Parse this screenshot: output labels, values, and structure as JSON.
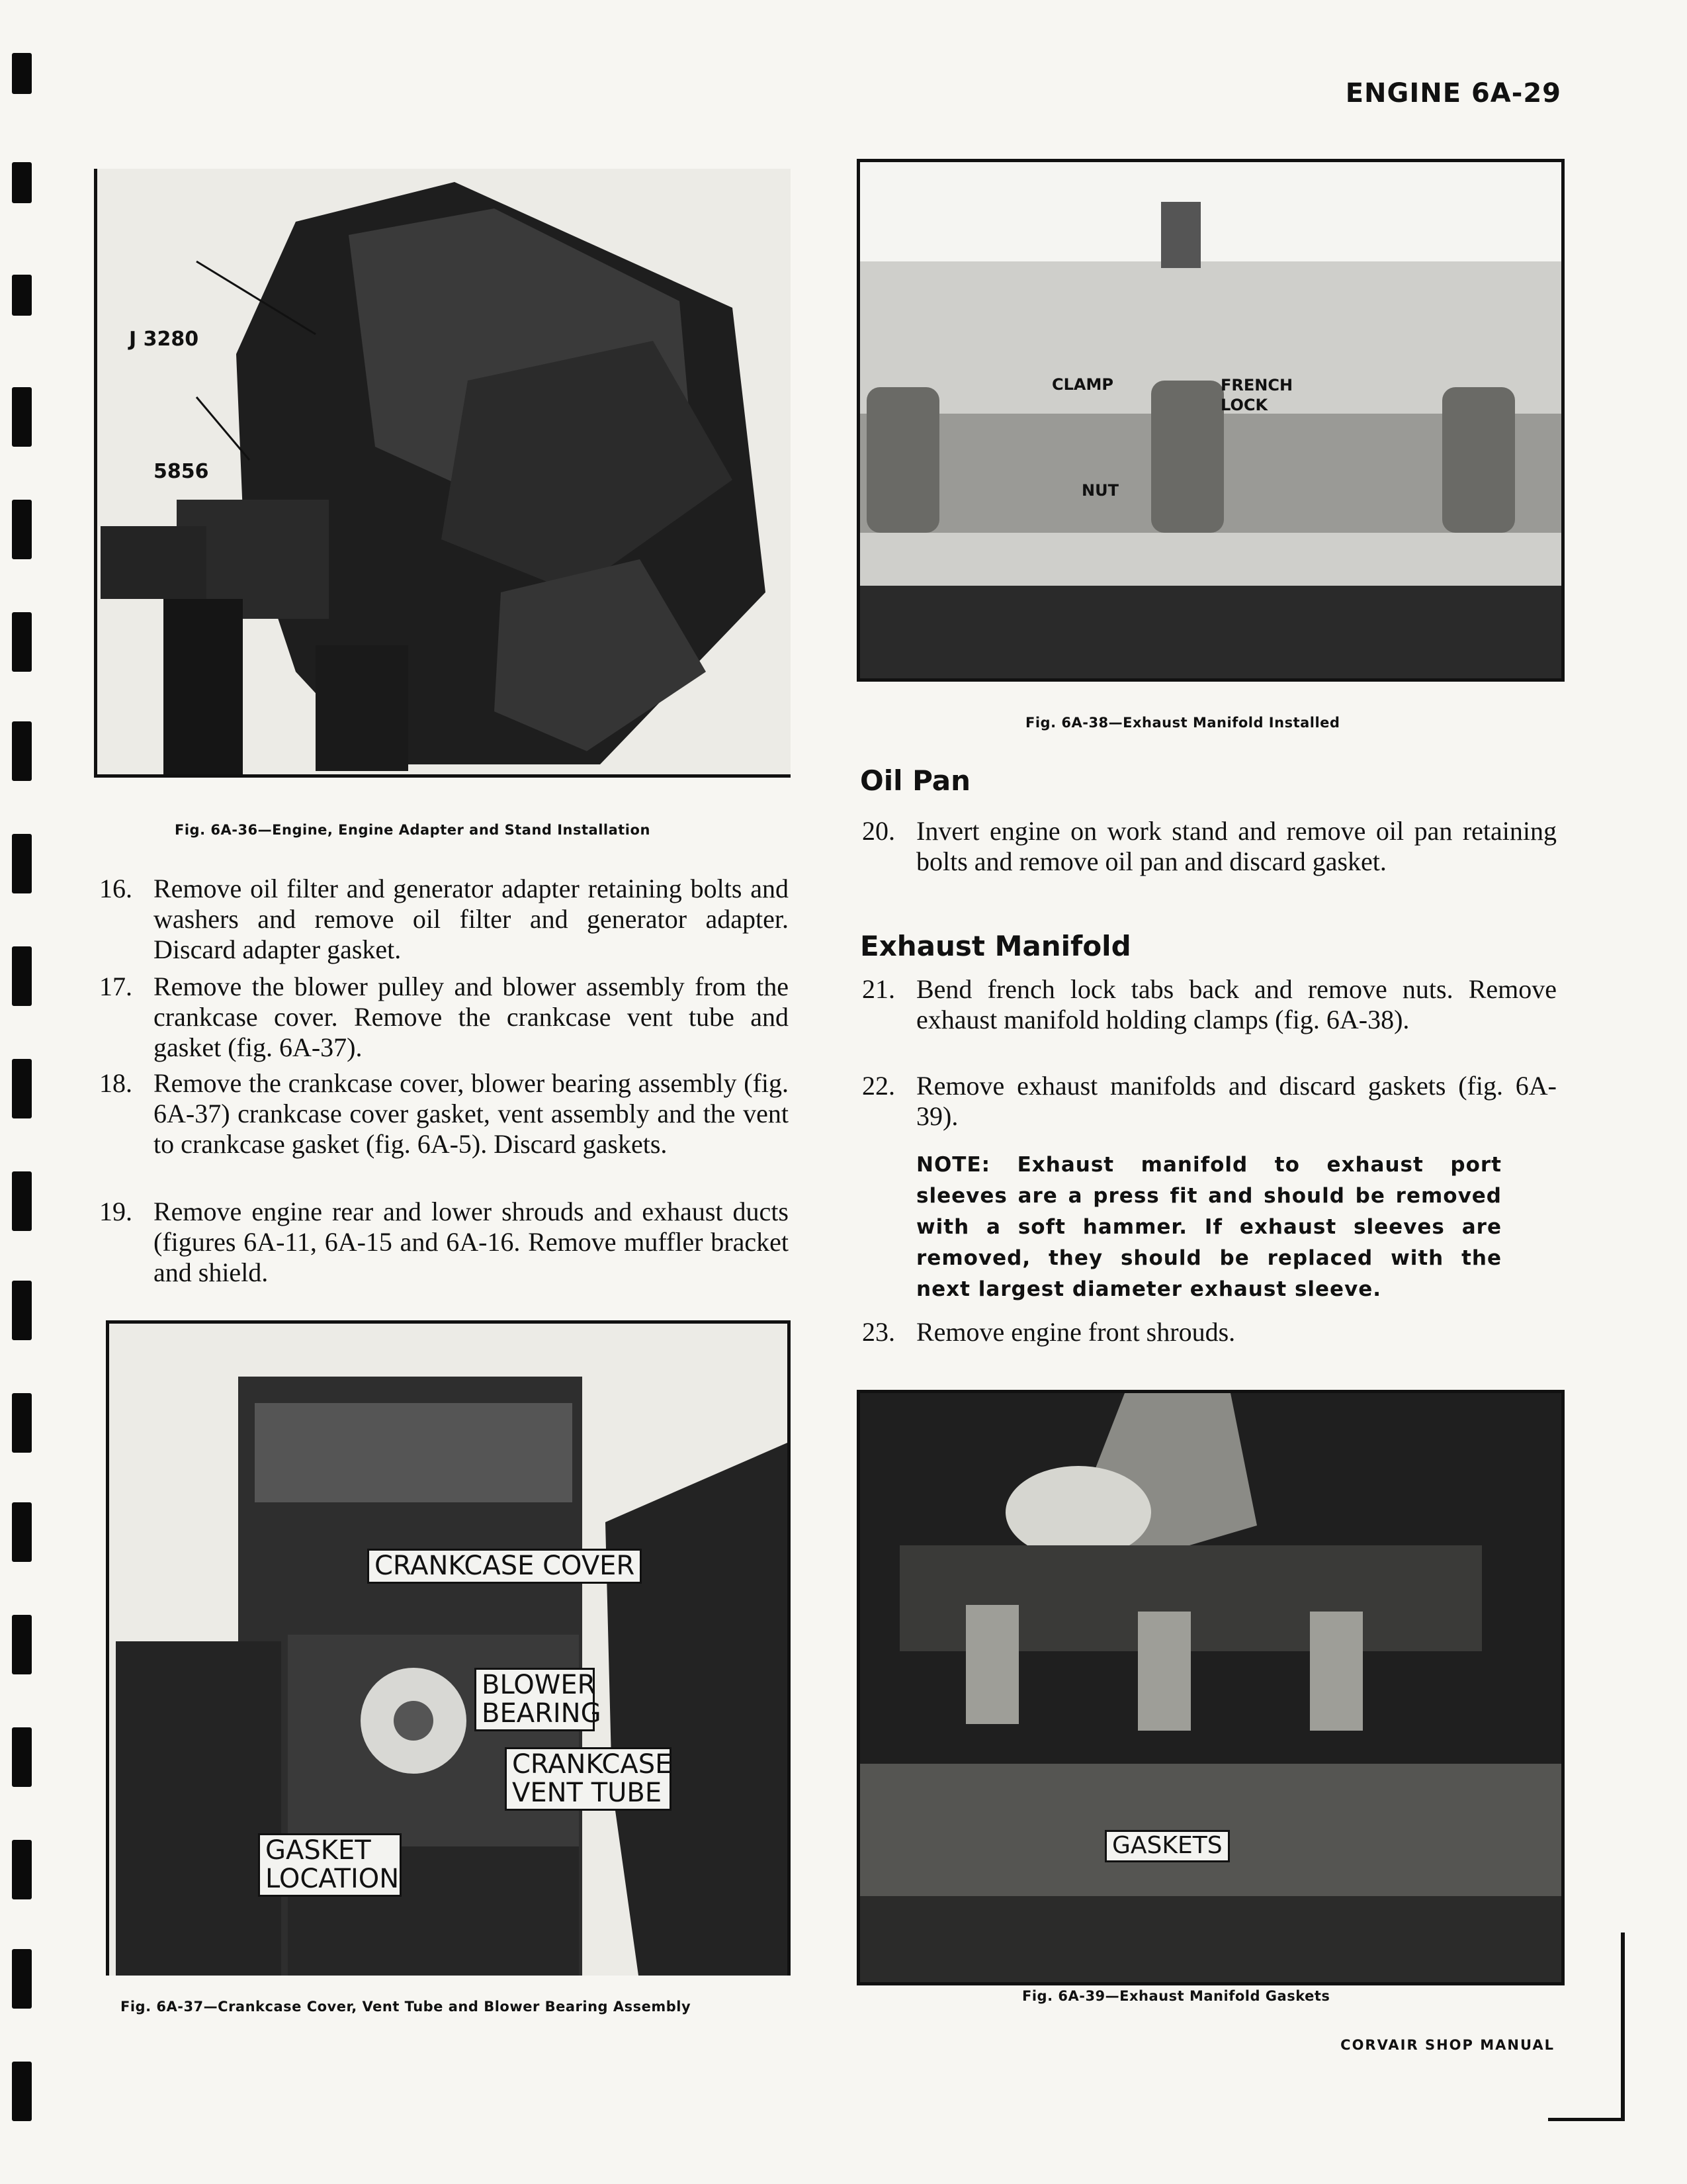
{
  "header": {
    "title": "ENGINE 6A-29"
  },
  "figures": {
    "fig36": {
      "caption": "Fig. 6A-36—Engine, Engine Adapter and Stand Installation",
      "callouts": [
        "J 3280",
        "5856"
      ]
    },
    "fig37": {
      "caption": "Fig. 6A-37—Crankcase Cover, Vent Tube and Blower Bearing Assembly",
      "callouts": {
        "crankcase_cover": "CRANKCASE COVER",
        "blower_bearing": "BLOWER BEARING",
        "crankcase_vent_tube": "CRANKCASE VENT TUBE",
        "gasket_location": "GASKET LOCATION"
      }
    },
    "fig38": {
      "caption": "Fig. 6A-38—Exhaust Manifold Installed",
      "callouts": {
        "clamp": "CLAMP",
        "french_lock": "FRENCH LOCK",
        "nut": "NUT"
      }
    },
    "fig39": {
      "caption": "Fig. 6A-39—Exhaust Manifold Gaskets",
      "callouts": {
        "gaskets": "GASKETS"
      }
    }
  },
  "left_steps": [
    {
      "num": "16.",
      "text": "Remove oil filter and generator adapter retaining bolts and washers and remove oil filter and generator adapter. Discard adapter gasket."
    },
    {
      "num": "17.",
      "text": "Remove the blower pulley and blower assembly from the crankcase cover. Remove the crankcase vent tube and gasket (fig. 6A-37)."
    },
    {
      "num": "18.",
      "text": "Remove the crankcase cover, blower bearing assembly (fig. 6A-37) crankcase cover gasket, vent assembly and the vent to crankcase gasket (fig. 6A-5). Discard gaskets."
    },
    {
      "num": "19.",
      "text": "Remove engine rear and lower shrouds and exhaust ducts (figures 6A-11, 6A-15 and 6A-16. Remove muffler bracket and shield."
    }
  ],
  "sections": {
    "oil_pan": {
      "heading": "Oil Pan",
      "steps": [
        {
          "num": "20.",
          "text": "Invert engine on work stand and remove oil pan retaining bolts and remove oil pan and discard gasket."
        }
      ]
    },
    "exhaust_manifold": {
      "heading": "Exhaust Manifold",
      "steps": [
        {
          "num": "21.",
          "text": "Bend french lock tabs back and remove nuts. Remove exhaust manifold holding clamps (fig. 6A-38)."
        },
        {
          "num": "22.",
          "text": "Remove exhaust manifolds and discard gaskets (fig. 6A-39)."
        }
      ],
      "note": "NOTE: Exhaust manifold to exhaust port sleeves are a press fit and should be removed with a soft hammer. If exhaust sleeves are removed, they should be replaced with the next largest diameter exhaust sleeve.",
      "steps_after": [
        {
          "num": "23.",
          "text": "Remove engine front shrouds."
        }
      ]
    }
  },
  "footer": {
    "text": "CORVAIR SHOP MANUAL"
  }
}
